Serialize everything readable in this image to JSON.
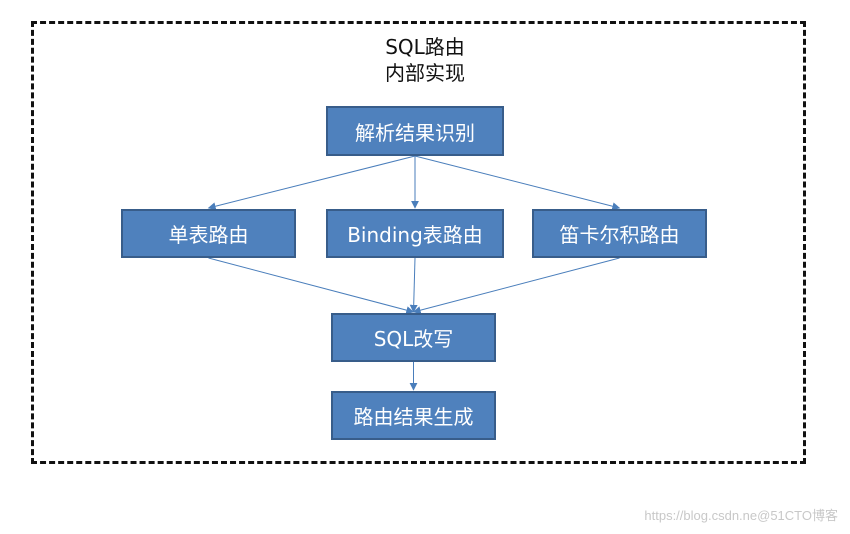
{
  "title": {
    "line1": "SQL路由",
    "line2": "内部实现"
  },
  "nodes": {
    "parse": "解析结果识别",
    "single": "单表路由",
    "binding": "Binding表路由",
    "cartesian": "笛卡尔积路由",
    "rewrite": "SQL改写",
    "result": "路由结果生成"
  },
  "edges": [
    {
      "from": "parse",
      "to": "single"
    },
    {
      "from": "parse",
      "to": "binding"
    },
    {
      "from": "parse",
      "to": "cartesian"
    },
    {
      "from": "single",
      "to": "rewrite"
    },
    {
      "from": "binding",
      "to": "rewrite"
    },
    {
      "from": "cartesian",
      "to": "rewrite"
    },
    {
      "from": "rewrite",
      "to": "result"
    }
  ],
  "colors": {
    "node_fill": "#4f81bd",
    "node_border": "#385d8a",
    "edge": "#4a7ebb"
  },
  "watermark": "https://blog.csdn.ne@51CTO博客"
}
